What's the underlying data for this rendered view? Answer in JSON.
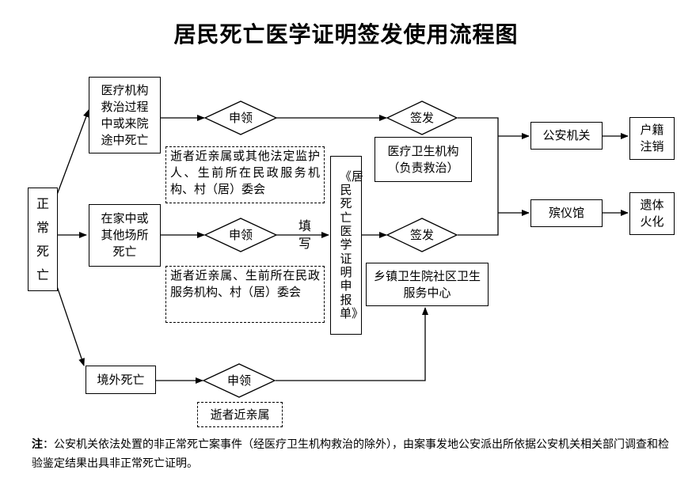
{
  "title": "居民死亡医学证明签发使用流程图",
  "start": "正常死亡",
  "branches": {
    "hospital": "医疗机构救治过程中或来院途中死亡",
    "home": "在家中或其他场所死亡",
    "abroad": "境外死亡"
  },
  "apply_label": "申领",
  "sign_label": "签发",
  "fill_label": "填写",
  "applicants": {
    "hospital": "逝者近亲属或其他法定监护人、生前所在民政服务机构、村（居）委会",
    "home": "逝者近亲属、生前所在民政服务机构、村（居）委会",
    "abroad": "逝者近亲属"
  },
  "report_form": "《居民死亡医学证明申报单》",
  "issuers": {
    "hospital": "医疗卫生机构（负责救治）",
    "township": "乡镇卫生院社区卫生服务中心"
  },
  "destinations": {
    "police": "公安机关",
    "funeral": "殡仪馆"
  },
  "outcomes": {
    "police": "户籍注销",
    "funeral": "遗体火化"
  },
  "note": {
    "label": "注",
    "text": "：公安机关依法处置的非正常死亡案事件（经医疗卫生机构救治的除外），由案事发地公安派出所依据公安机关相关部门调查和检验鉴定结果出具非正常死亡证明。"
  }
}
